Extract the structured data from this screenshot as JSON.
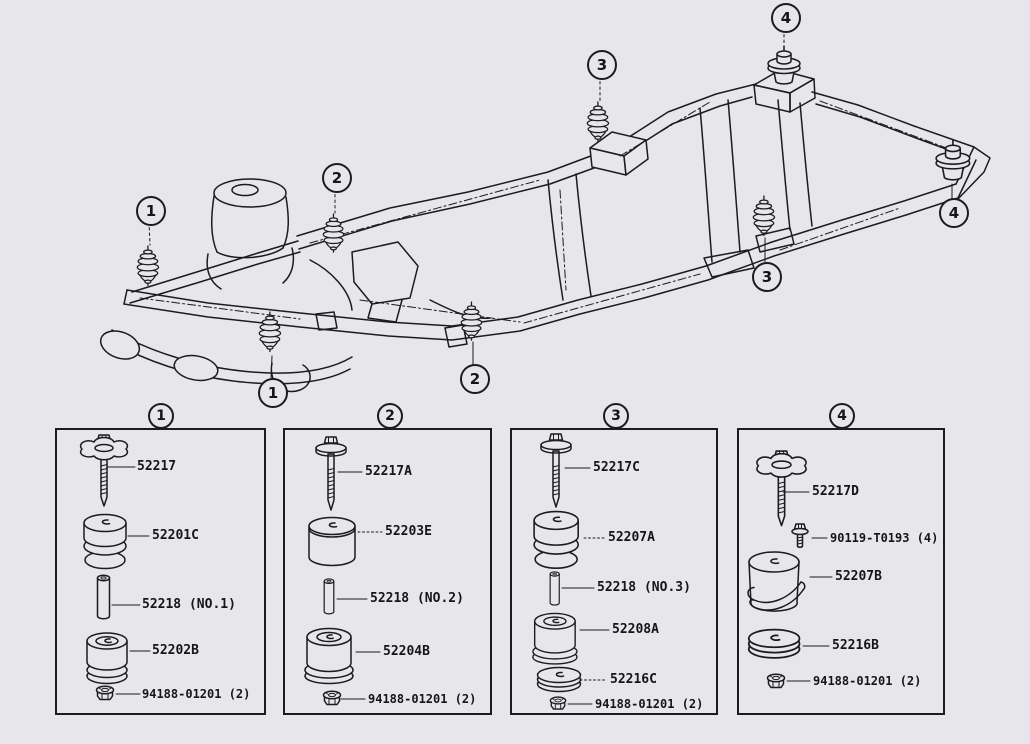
{
  "colors": {
    "background": "#e6e6eb",
    "ink": "#1c1c1c"
  },
  "chassis": {
    "description": "isometric ladder-frame line drawing with numbered cab-mount callouts",
    "callouts": [
      {
        "number": "1",
        "position": "front-left-upper"
      },
      {
        "number": "1",
        "position": "front-left-lower"
      },
      {
        "number": "2",
        "position": "front-mid-upper"
      },
      {
        "number": "2",
        "position": "front-mid-lower"
      },
      {
        "number": "3",
        "position": "mid-upper"
      },
      {
        "number": "3",
        "position": "mid-lower"
      },
      {
        "number": "4",
        "position": "rear-upper"
      },
      {
        "number": "4",
        "position": "rear-right"
      }
    ]
  },
  "panels": [
    {
      "number": "1",
      "parts": [
        {
          "kind": "flange-bolt",
          "label": "52217"
        },
        {
          "kind": "upper-cushion",
          "label": "52201C"
        },
        {
          "kind": "spacer",
          "label": "52218 (NO.1)"
        },
        {
          "kind": "lower-cushion",
          "label": "52202B"
        },
        {
          "kind": "nut",
          "label": "94188-01201 (2)"
        }
      ]
    },
    {
      "number": "2",
      "parts": [
        {
          "kind": "washer-bolt",
          "label": "52217A"
        },
        {
          "kind": "upper-cushion",
          "label": "52203E"
        },
        {
          "kind": "spacer",
          "label": "52218 (NO.2)"
        },
        {
          "kind": "lower-cushion",
          "label": "52204B"
        },
        {
          "kind": "nut",
          "label": "94188-01201 (2)"
        }
      ]
    },
    {
      "number": "3",
      "parts": [
        {
          "kind": "washer-bolt",
          "label": "52217C"
        },
        {
          "kind": "upper-cushion",
          "label": "52207A"
        },
        {
          "kind": "spacer",
          "label": "52218 (NO.3)"
        },
        {
          "kind": "lower-cushion",
          "label": "52208A"
        },
        {
          "kind": "washer-disc",
          "label": "52216C"
        },
        {
          "kind": "nut",
          "label": "94188-01201 (2)"
        }
      ]
    },
    {
      "number": "4",
      "parts": [
        {
          "kind": "flange-bolt",
          "label": "52217D"
        },
        {
          "kind": "small-bolt",
          "label": "90119-T0193 (4)"
        },
        {
          "kind": "strapped-cushion",
          "label": "52207B"
        },
        {
          "kind": "washer-disc",
          "label": "52216B"
        },
        {
          "kind": "nut",
          "label": "94188-01201 (2)"
        }
      ]
    }
  ]
}
